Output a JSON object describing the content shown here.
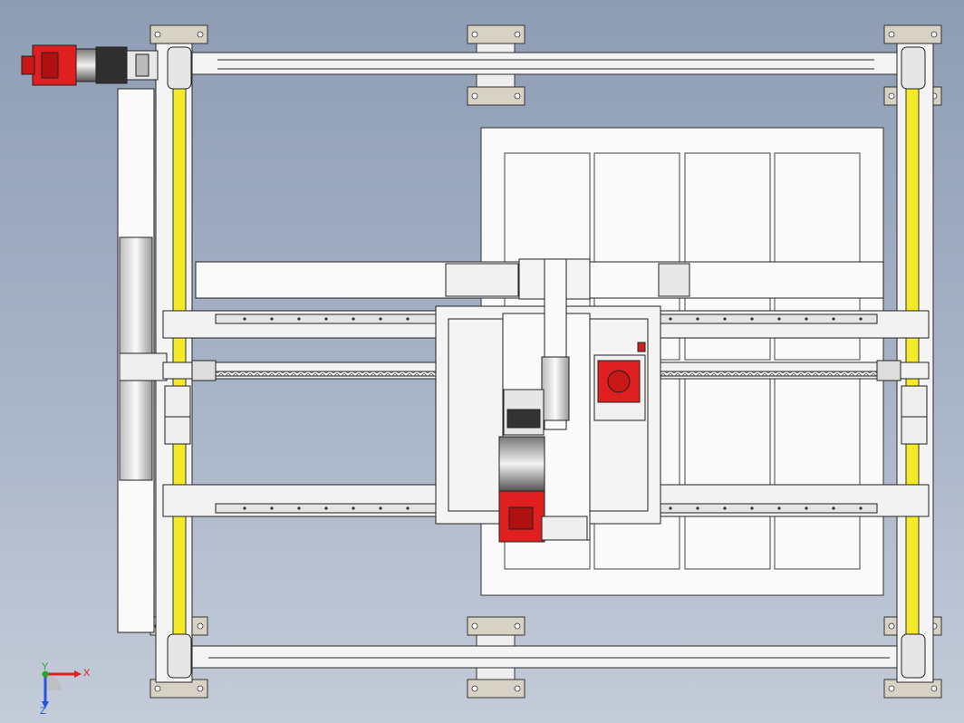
{
  "viewport": {
    "background_top": "#8e9db4",
    "background_bottom": "#c4ccd8",
    "frame_color": "#f2f2f2",
    "outline_color": "#2a2a2a",
    "belt_color": "#f4ea2a",
    "motor_red": "#e02020",
    "motor_dark": "#4a4a4a",
    "plate_color": "#d8d2c4"
  },
  "triad": {
    "x_label": "X",
    "y_label": "Y",
    "z_label": "Z",
    "x_color": "#e02020",
    "y_color": "#22aa22",
    "z_color": "#2255dd"
  }
}
